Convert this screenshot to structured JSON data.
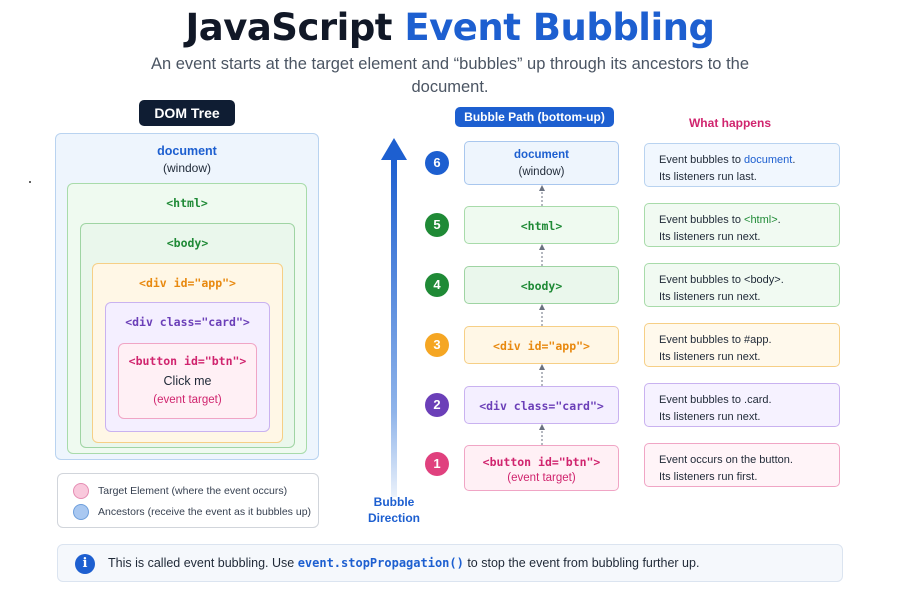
{
  "title": {
    "part1": "JavaScript",
    "part2": "Event Bubbling"
  },
  "subtitle": "An event starts at the target element and “bubbles” up through its ancestors to the document.",
  "dom_tree": {
    "label": "DOM Tree",
    "document": {
      "name": "document",
      "sub": "(window)"
    },
    "html": "<html>",
    "body": "<body>",
    "app": "<div id=\"app\">",
    "card": "<div class=\"card\">",
    "button": {
      "tag": "<button id=\"btn\">",
      "text": "Click me",
      "note": "(event target)"
    }
  },
  "legend": [
    {
      "label": "Target Element (where the event occurs)"
    },
    {
      "label": "Ancestors (receive the event as it bubbles up)"
    }
  ],
  "bubble_direction": {
    "line1": "Bubble",
    "line2": "Direction"
  },
  "bubble_path": {
    "label": "Bubble Path (bottom-up)",
    "steps": [
      {
        "num": "6",
        "label": "document",
        "sub": "(window)"
      },
      {
        "num": "5",
        "label": "<html>"
      },
      {
        "num": "4",
        "label": "<body>"
      },
      {
        "num": "3",
        "label": "<div id=\"app\">"
      },
      {
        "num": "2",
        "label": "<div class=\"card\">"
      },
      {
        "num": "1",
        "label": "<button id=\"btn\">",
        "sub": "(event target)"
      }
    ]
  },
  "what_happens": {
    "label": "What happens",
    "items": [
      {
        "prefix": "Event bubbles to ",
        "target": "document",
        "suffix": ".",
        "line2": "Its listeners run last."
      },
      {
        "prefix": "Event bubbles to ",
        "target": "<html>",
        "suffix": ".",
        "line2": "Its listeners run next."
      },
      {
        "prefix": "Event bubbles to ",
        "target": "<body>",
        "suffix": ".",
        "line2": "Its listeners run next."
      },
      {
        "prefix": "Event bubbles to ",
        "target": "#app",
        "suffix": ".",
        "line2": "Its listeners run next."
      },
      {
        "prefix": "Event bubbles to ",
        "target": ".card",
        "suffix": ".",
        "line2": "Its listeners run next."
      },
      {
        "prefix": "Event occurs on the button.",
        "target": "",
        "suffix": "",
        "line2": "Its listeners run first."
      }
    ]
  },
  "info": {
    "icon": "info-icon",
    "text1": "This is called event bubbling.  Use ",
    "code": "event.stopPropagation()",
    "text2": " to stop the event from bubbling further up."
  },
  "colors": {
    "accent_blue": "#1d5fd0",
    "document": "#1d5fd0",
    "html": "#1f8a36",
    "body": "#1f8a36",
    "app": "#e8890f",
    "card": "#6b3fb8",
    "button": "#d0246e",
    "what_happens": "#d0246e"
  }
}
